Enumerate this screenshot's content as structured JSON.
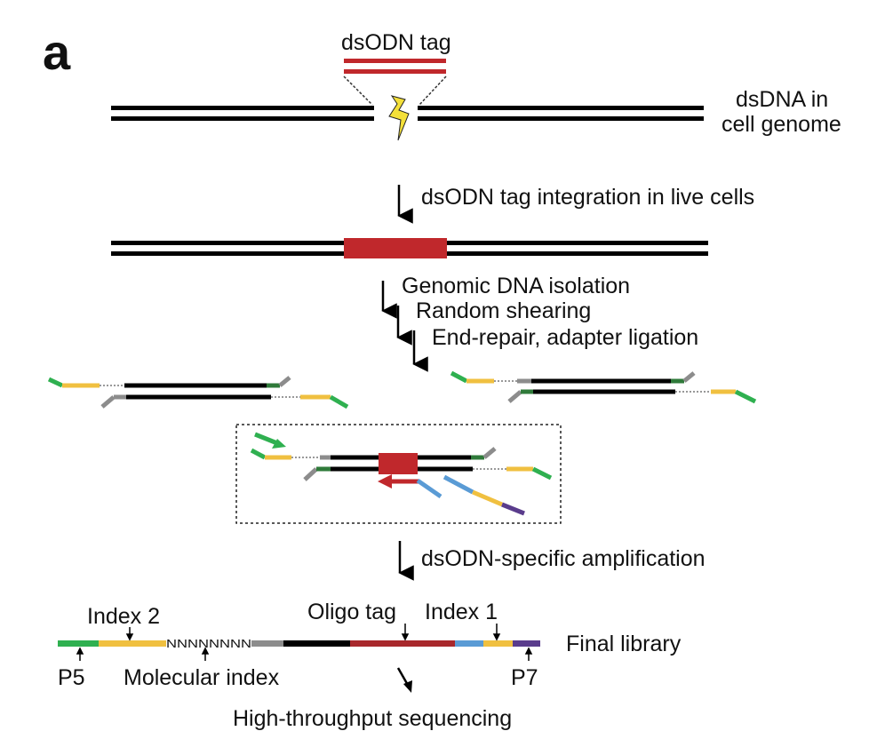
{
  "panel_label": "a",
  "labels": {
    "dsodn_tag": "dsODN tag",
    "dsdna_line1": "dsDNA in",
    "dsdna_line2": "cell genome",
    "step_integration": "dsODN tag integration in live cells",
    "step_isolation": "Genomic DNA isolation",
    "step_shearing": "Random shearing",
    "step_repair": "End-repair, adapter ligation",
    "step_amplification": "dsODN-specific amplification",
    "index2": "Index 2",
    "oligo_tag": "Oligo tag",
    "index1": "Index 1",
    "final_library": "Final library",
    "p5": "P5",
    "molecular_index": "Molecular index",
    "p7": "P7",
    "umi_sequence": "NNNNNNNN",
    "hts": "High-throughput sequencing"
  },
  "colors": {
    "dna": "#000000",
    "tag_red": "#c0282c",
    "yellow": "#f0c040",
    "green": "#2fb050",
    "gray": "#8c8c8c",
    "blue": "#5a9bd5",
    "purple": "#5a3c8c",
    "bolt": "#f4e03a"
  }
}
